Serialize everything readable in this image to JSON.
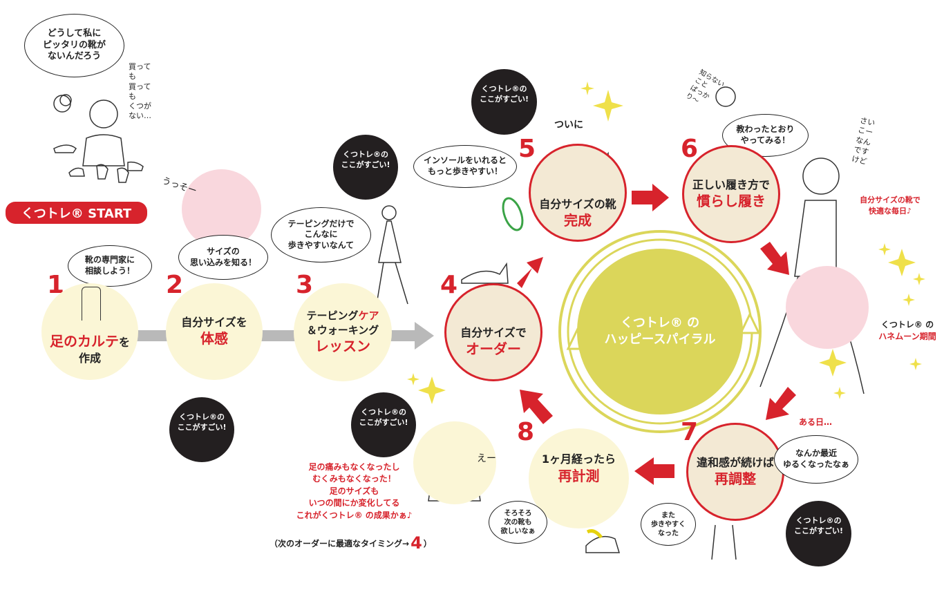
{
  "start": {
    "label": "くつトレ® START"
  },
  "intro": {
    "bubble": "どうして私に\nピッタリの靴が\nないんだろう",
    "murmur": "買っても\n買っても\nくつが\nない…"
  },
  "steps": [
    {
      "num": "1",
      "line1_red": "足のカルテ",
      "line1_tail": "を",
      "line2": "作成",
      "bubble": "靴の専門家に\n相談しよう！"
    },
    {
      "num": "2",
      "line1": "自分サイズを",
      "line2_red": "体感",
      "bubble": "サイズの\n思い込みを知る！",
      "exclaim": "うっそー"
    },
    {
      "num": "3",
      "line1_black": "テーピング",
      "line1_red": "ケア",
      "line2": "＆ウォーキング",
      "line3_red": "レッスン",
      "bubble": "テーピングだけで\nこんなに\n歩きやすいなんて"
    },
    {
      "num": "4",
      "line1": "自分サイズで",
      "line2_red": "オーダー"
    },
    {
      "num": "5",
      "line1": "自分サイズの靴",
      "line2_red": "完成",
      "bubble": "インソールをいれると\nもっと歩きやすい！",
      "exclaim": "ついに"
    },
    {
      "num": "6",
      "line1": "正しい履き方で",
      "line2_red": "慣らし履き",
      "bubble": "教わったとおり\nやってみる！",
      "murmur": "知らないこと\nばっかり〜"
    },
    {
      "num": "7",
      "line1": "違和感が続けば",
      "line2_red": "再調整",
      "bubble": "なんか最近\nゆるくなったなぁ",
      "bubble2": "また\n歩きやすく\nなった",
      "pre": "ある日…"
    },
    {
      "num": "8",
      "line1": "1ヶ月経ったら",
      "line2_red": "再計測",
      "bubble": "そろそろ\n次の靴も\n欲しいなぁ"
    }
  ],
  "center": {
    "line1": "くつトレ® の",
    "line2": "ハッピースパイラル"
  },
  "suge": {
    "line1": "くつトレ®の",
    "line2": "ここがすごい!"
  },
  "honeymoon": {
    "line1": "くつトレ® の",
    "line2_red": "ハネムーン期間",
    "tagline": "自分サイズの靴で\n快適な毎日♪",
    "murmur": "さいこー\nなんですけど"
  },
  "result": {
    "text": "足の痛みもなくなったし\nむくみもなくなった！\n足のサイズも\nいつの間にか変化してる\nこれがくつトレ® の成果かぁ♪",
    "exclaim": "えー",
    "timing": "（次のオーダーに最適なタイミング→",
    "timing_num": "4",
    "timing_close": "）"
  },
  "colors": {
    "accent": "#d7232c",
    "spiral": "#dbd65a",
    "pink": "#f9d7dd",
    "step_fill": "#fbf6d6",
    "step_fill_ring": "#f3e9d4"
  }
}
